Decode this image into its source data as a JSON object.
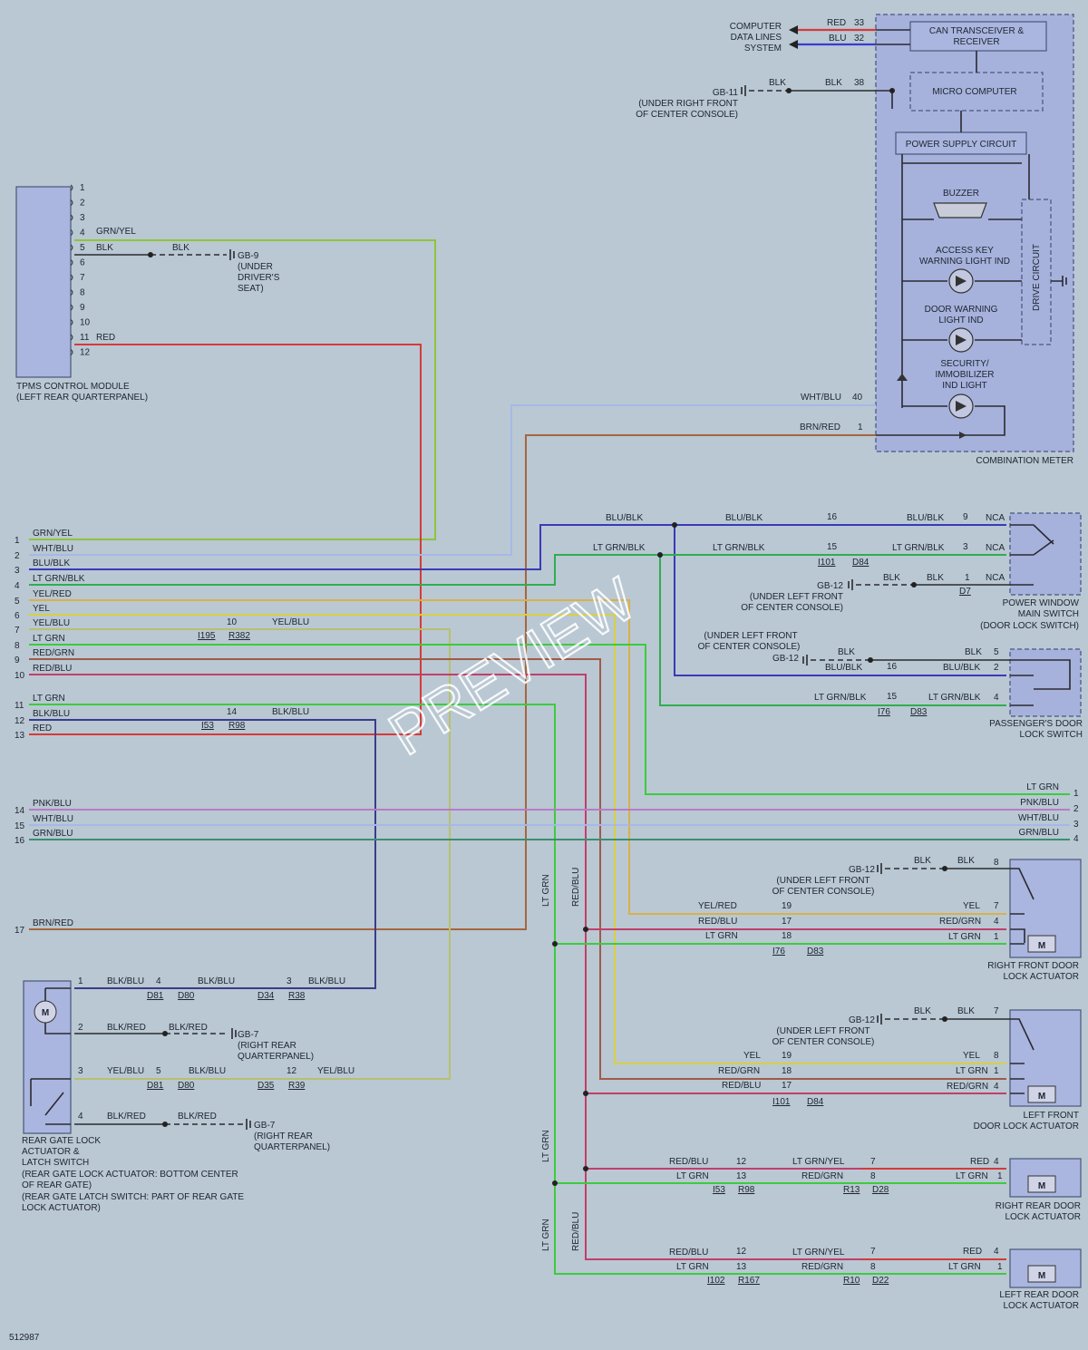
{
  "combination_meter": {
    "title": "COMBINATION METER",
    "can": "CAN TRANSCEIVER & RECEIVER",
    "can_l1": "CAN TRANSCEIVER &",
    "can_l2": "RECEIVER",
    "micro": "MICRO COMPUTER",
    "power": "POWER SUPPLY CIRCUIT",
    "buzzer": "BUZZER",
    "access_l1": "ACCESS KEY",
    "access_l2": "WARNING LIGHT IND",
    "door_l1": "DOOR WARNING",
    "door_l2": "LIGHT IND",
    "sec_l1": "SECURITY/",
    "sec_l2": "IMMOBILIZER",
    "sec_l3": "IND LIGHT",
    "drive_circuit": "DRIVE CIRCUIT",
    "comp_l1": "COMPUTER",
    "comp_l2": "DATA LINES",
    "comp_l3": "SYSTEM",
    "red": "RED",
    "pin33": "33",
    "blu": "BLU",
    "pin32": "32",
    "blk": "BLK",
    "pin38": "38",
    "gb11": "GB-11",
    "gb11_l1": "(UNDER RIGHT FRONT",
    "gb11_l2": "OF CENTER CONSOLE)",
    "whtblu": "WHT/BLU",
    "pin40": "40",
    "brnred": "BRN/RED",
    "pin1": "1"
  },
  "tpms": {
    "title_l1": "TPMS CONTROL MODULE",
    "title_l2": "(LEFT REAR QUARTERPANEL)",
    "pins": [
      "1",
      "2",
      "3",
      "4",
      "5",
      "6",
      "7",
      "8",
      "9",
      "10",
      "11",
      "12"
    ],
    "grnyel": "GRN/YEL",
    "blk": "BLK",
    "red": "RED",
    "gb9": "GB-9",
    "gb9_l1": "(UNDER",
    "gb9_l2": "DRIVER'S",
    "gb9_l3": "SEAT)"
  },
  "left_bus": {
    "wires": [
      {
        "pin": "1",
        "label": "GRN/YEL"
      },
      {
        "pin": "2",
        "label": "WHT/BLU"
      },
      {
        "pin": "3",
        "label": "BLU/BLK"
      },
      {
        "pin": "4",
        "label": "LT GRN/BLK"
      },
      {
        "pin": "5",
        "label": "YEL/RED"
      },
      {
        "pin": "6",
        "label": "YEL"
      },
      {
        "pin": "7",
        "label": "YEL/BLU"
      },
      {
        "pin": "8",
        "label": "LT GRN"
      },
      {
        "pin": "9",
        "label": "RED/GRN"
      },
      {
        "pin": "10",
        "label": "RED/BLU"
      },
      {
        "pin": "11",
        "label": "LT GRN"
      },
      {
        "pin": "12",
        "label": "BLK/BLU"
      },
      {
        "pin": "13",
        "label": "RED"
      },
      {
        "pin": "14",
        "label": "PNK/BLU"
      },
      {
        "pin": "15",
        "label": "WHT/BLU"
      },
      {
        "pin": "16",
        "label": "GRN/BLU"
      },
      {
        "pin": "17",
        "label": "BRN/RED"
      }
    ],
    "p10": "10",
    "yelblu": "YEL/BLU",
    "i195": "I195",
    "r382": "R382",
    "p14": "14",
    "blkblu": "BLK/BLU",
    "i53": "I53",
    "r98": "R98"
  },
  "right_out": {
    "wires": [
      {
        "pin": "1",
        "label": "LT GRN"
      },
      {
        "pin": "2",
        "label": "PNK/BLU"
      },
      {
        "pin": "3",
        "label": "WHT/BLU"
      },
      {
        "pin": "4",
        "label": "GRN/BLU"
      }
    ]
  },
  "power_window": {
    "title_l1": "POWER WINDOW",
    "title_l2": "MAIN SWITCH",
    "title_l3": "(DOOR LOCK SWITCH)",
    "blublk": "BLU/BLK",
    "ltgrnblk": "LT GRN/BLK",
    "blk": "BLK",
    "p16": "16",
    "p15": "15",
    "p9": "9",
    "p3": "3",
    "p1": "1",
    "nca": "NCA",
    "i101": "I101",
    "d84": "D84",
    "d7": "D7",
    "gb12": "GB-12",
    "gb12_l1": "(UNDER LEFT FRONT",
    "gb12_l2": "OF CENTER CONSOLE)"
  },
  "passenger": {
    "title_l1": "PASSENGER'S DOOR",
    "title_l2": "LOCK SWITCH",
    "gb12_l1": "(UNDER LEFT FRONT",
    "gb12_l2": "OF CENTER CONSOLE)",
    "gb12": "GB-12",
    "blk": "BLK",
    "blublk": "BLU/BLK",
    "ltgrnblk": "LT GRN/BLK",
    "p5": "5",
    "p2": "2",
    "p4": "4",
    "p16": "16",
    "p15": "15",
    "i76": "I76",
    "d83": "D83"
  },
  "rf_door": {
    "title_l1": "RIGHT FRONT DOOR",
    "title_l2": "LOCK ACTUATOR",
    "gb12": "GB-12",
    "gb12_l1": "(UNDER LEFT FRONT",
    "gb12_l2": "OF CENTER CONSOLE)",
    "blk": "BLK",
    "p8": "8",
    "yelred": "YEL/RED",
    "redblu": "RED/BLU",
    "ltgrn": "LT GRN",
    "yel": "YEL",
    "redgrn": "RED/GRN",
    "p19": "19",
    "p17": "17",
    "p18": "18",
    "p7": "7",
    "p4": "4",
    "p1": "1",
    "i76": "I76",
    "d83": "D83"
  },
  "lf_door": {
    "title_l1": "LEFT FRONT",
    "title_l2": "DOOR LOCK ACTUATOR",
    "gb12": "GB-12",
    "gb12_l1": "(UNDER LEFT FRONT",
    "gb12_l2": "OF CENTER CONSOLE)",
    "blk": "BLK",
    "p7": "7",
    "yel": "YEL",
    "redgrn": "RED/GRN",
    "redblu": "RED/BLU",
    "ltgrn": "LT GRN",
    "p19": "19",
    "p18": "18",
    "p17": "17",
    "p8": "8",
    "p1": "1",
    "p4": "4",
    "i101": "I101",
    "d84": "D84"
  },
  "rr_door": {
    "title_l1": "RIGHT REAR DOOR",
    "title_l2": "LOCK ACTUATOR",
    "redblu": "RED/BLU",
    "ltgrn": "LT GRN",
    "ltgrnyel": "LT GRN/YEL",
    "redgrn": "RED/GRN",
    "red": "RED",
    "p12": "12",
    "p13": "13",
    "p7": "7",
    "p8": "8",
    "p4": "4",
    "p1": "1",
    "i53": "I53",
    "r98": "R98",
    "r13": "R13",
    "d28": "D28"
  },
  "lr_door": {
    "title_l1": "LEFT REAR DOOR",
    "title_l2": "LOCK ACTUATOR",
    "redblu": "RED/BLU",
    "ltgrn": "LT GRN",
    "ltgrnyel": "LT GRN/YEL",
    "redgrn": "RED/GRN",
    "red": "RED",
    "p12": "12",
    "p13": "13",
    "p7": "7",
    "p8": "8",
    "p4": "4",
    "p1": "1",
    "i102": "I102",
    "r167": "R167",
    "r10": "R10",
    "d22": "D22"
  },
  "vertical_labels": {
    "ltgrn": "LT GRN",
    "redblu": "RED/BLU"
  },
  "rear_gate": {
    "title_l1": "REAR GATE LOCK",
    "title_l2": "ACTUATOR &",
    "title_l3": "LATCH SWITCH",
    "title_l4": "(REAR GATE LOCK ACTUATOR: BOTTOM CENTER",
    "title_l5": "OF REAR GATE)",
    "title_l6": "(REAR GATE LATCH SWITCH: PART OF REAR GATE",
    "title_l7": "LOCK ACTUATOR)",
    "blkblu": "BLK/BLU",
    "blkred": "BLK/RED",
    "yelblu": "YEL/BLU",
    "p1": "1",
    "p2": "2",
    "p3": "3",
    "p4": "4",
    "c4": "4",
    "c5": "5",
    "c3": "3",
    "c12": "12",
    "d81": "D81",
    "d80": "D80",
    "d34": "D34",
    "r38": "R38",
    "d35": "D35",
    "r39": "R39",
    "gb7": "GB-7",
    "gb7_l1": "(RIGHT REAR",
    "gb7_l2": "QUARTERPANEL)",
    "motor": "M"
  },
  "footer": {
    "id": "512987"
  },
  "watermark": "PREVIEW",
  "wire_colors": {
    "red": "#d63a3a",
    "blu": "#3a3ad0",
    "grnyel": "#8fc43a",
    "whtblu": "#a7b8e6",
    "blublk": "#3a3ab8",
    "ltgrn": "#3ccc3c",
    "ltgrnblk": "#2fae4f",
    "yelred": "#d9b04a",
    "yel": "#d8d040",
    "yelblu": "#b8c070",
    "redgrn": "#a05a4a",
    "redblu": "#c23e6a",
    "blkblu": "#3b3b8a",
    "pnkblu": "#b87ac8",
    "grnblu": "#3e8e6e",
    "brnred": "#a8653e"
  }
}
